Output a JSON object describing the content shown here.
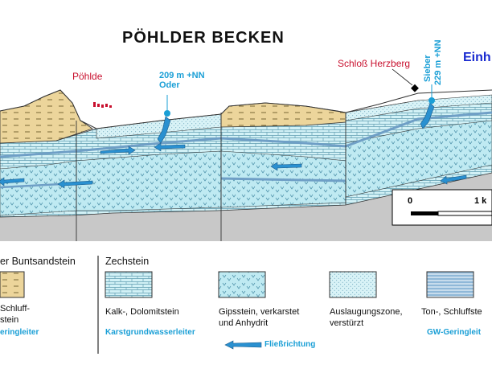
{
  "title": "PÖHLDER  BECKEN",
  "einheit_label": "Einh",
  "places": {
    "poehlde": "Pöhlde",
    "schloss": "Schloß Herzberg"
  },
  "springs": {
    "oder": {
      "line1": "209 m +NN",
      "line2": "Oder"
    },
    "sieber": {
      "line1": "Sieber",
      "line2": "229 m +NN"
    }
  },
  "scale_bar": {
    "start": "0",
    "end": "1 k"
  },
  "legend": {
    "buntsandstein_heading": "er Buntsandstein",
    "zechstein_heading": "Zechstein",
    "items": {
      "schluff": {
        "line1": "Schluff-",
        "line2": "stein"
      },
      "kalk": {
        "line1": "Kalk-, Dolomitstein"
      },
      "gips": {
        "line1": "Gipsstein, verkarstet",
        "line2": "und Anhydrit"
      },
      "auslaugung": {
        "line1": "Auslaugungszone,",
        "line2": "verstürzt"
      },
      "ton": {
        "line1": "Ton-, Schluffste"
      }
    },
    "groups": {
      "gw_left": "eringleiter",
      "karst": "Karstgrundwasserleiter",
      "fliess": "Fließrichtung",
      "gw_right": "GW-Geringleit"
    }
  },
  "colors": {
    "sandstone": "#ecd59b",
    "limestone": "#c9eef4",
    "gypsum": "#b8e8f0",
    "basement": "#c8c8c8",
    "water_blue": "#1a9fd6",
    "red": "#c8102e"
  }
}
